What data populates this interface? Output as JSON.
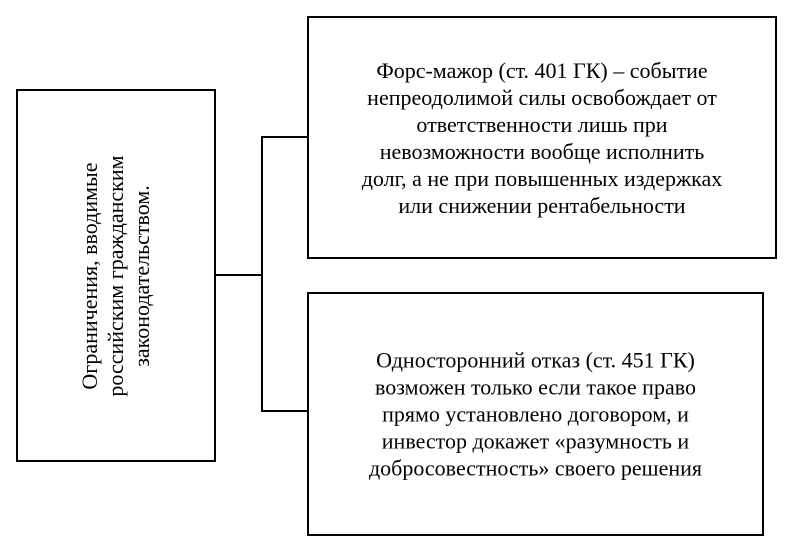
{
  "left_box": {
    "lines": [
      "Ограничения, вводимые",
      "российским гражданским",
      "законодательством."
    ]
  },
  "top_box": {
    "lines": [
      "Форс-мажор (ст. 401 ГК) – событие",
      "непреодолимой силы освобождает от",
      "ответственности лишь при",
      "невозможности вообще исполнить",
      "долг, а не при повышенных издержках",
      "или снижении рентабельности"
    ]
  },
  "bottom_box": {
    "lines": [
      "Односторонний отказ (ст. 451 ГК)",
      "возможен только если такое право",
      "прямо установлено договором, и",
      "инвестор докажет «разумность и",
      "добросовестность» своего решения"
    ]
  }
}
